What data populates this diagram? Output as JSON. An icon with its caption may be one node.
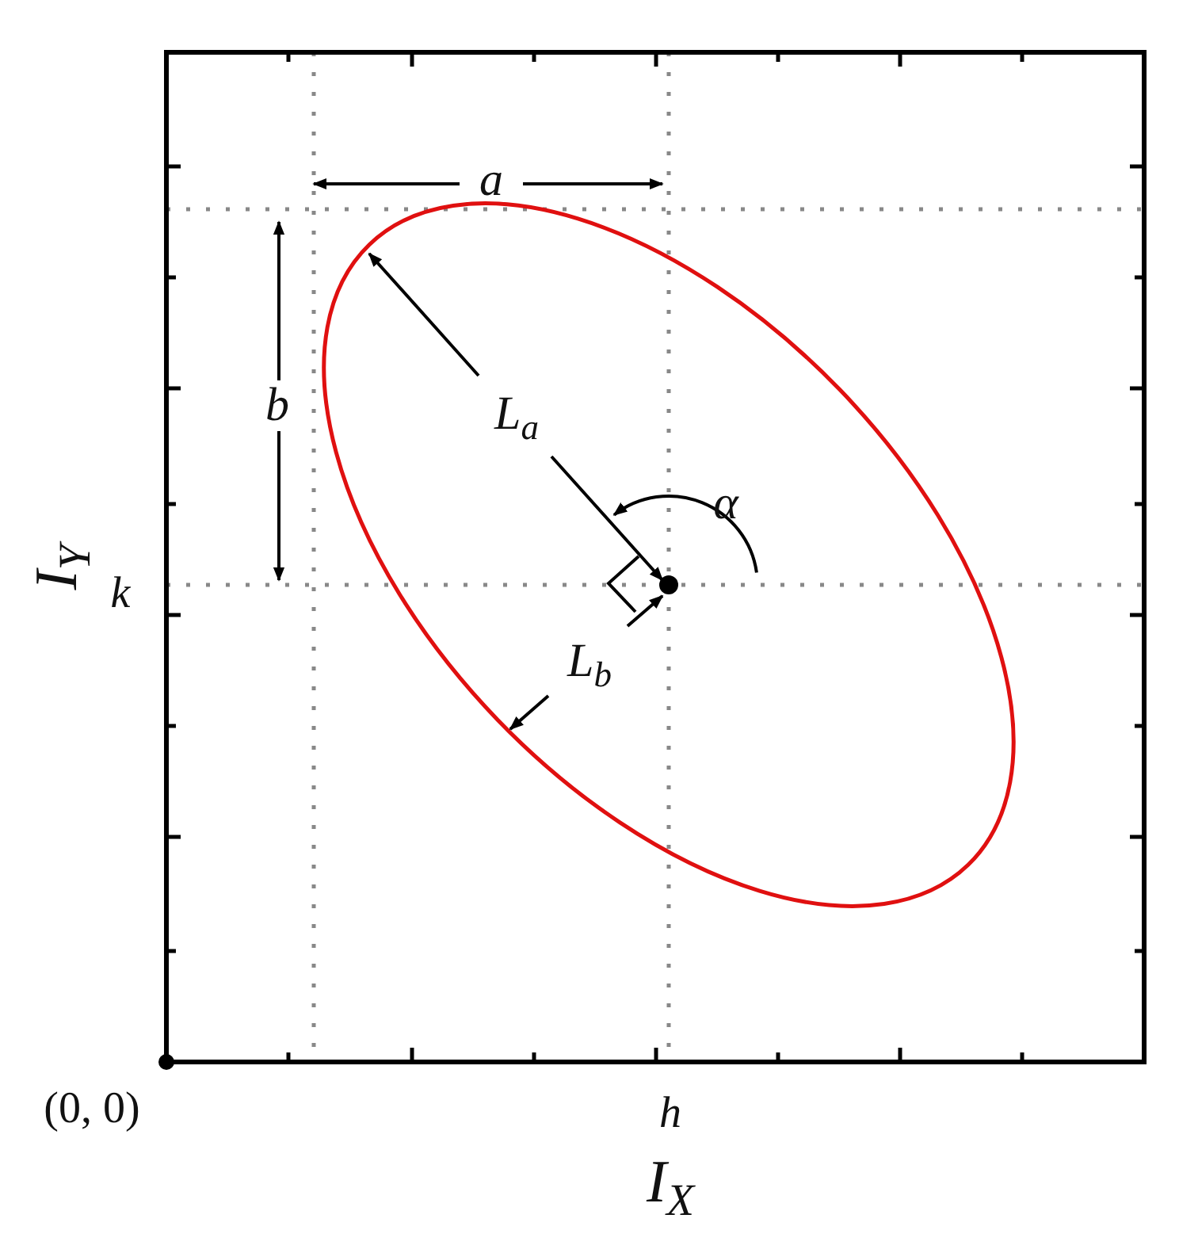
{
  "diagram": {
    "labels": [
      "a",
      "b",
      "L$_{a}$",
      "α",
      "I$_{Y}$",
      "k",
      "L$_{b}$",
      "(0, 0)",
      "h",
      "I$_{X}$"
    ]
  }
}
